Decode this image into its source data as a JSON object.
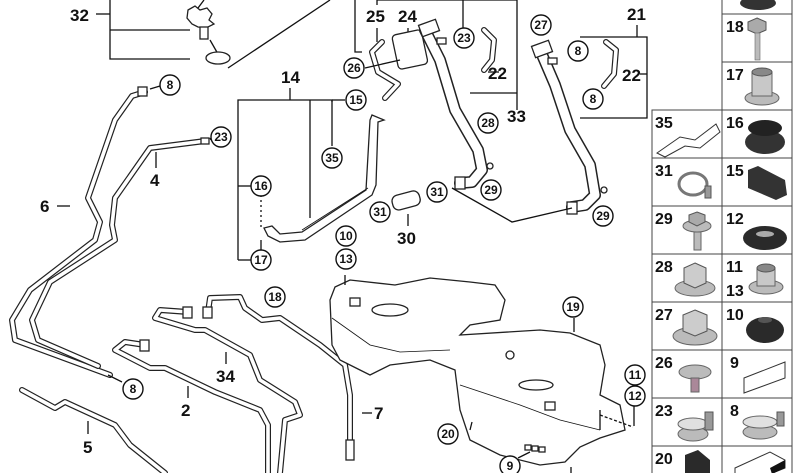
{
  "diagram": {
    "title": "Fuel tank exploded parts diagram",
    "callouts": [
      {
        "id": "c-8a",
        "text": "8"
      },
      {
        "id": "c-23a",
        "text": "23"
      },
      {
        "id": "c-26",
        "text": "26"
      },
      {
        "id": "c-23b",
        "text": "23"
      },
      {
        "id": "c-27",
        "text": "27"
      },
      {
        "id": "c-8b",
        "text": "8"
      },
      {
        "id": "c-8c",
        "text": "8"
      },
      {
        "id": "c-15",
        "text": "15"
      },
      {
        "id": "c-35",
        "text": "35"
      },
      {
        "id": "c-28",
        "text": "28"
      },
      {
        "id": "c-16",
        "text": "16"
      },
      {
        "id": "c-17",
        "text": "17"
      },
      {
        "id": "c-31a",
        "text": "31"
      },
      {
        "id": "c-31b",
        "text": "31"
      },
      {
        "id": "c-29a",
        "text": "29"
      },
      {
        "id": "c-29b",
        "text": "29"
      },
      {
        "id": "c-10",
        "text": "10"
      },
      {
        "id": "c-13",
        "text": "13"
      },
      {
        "id": "c-18",
        "text": "18"
      },
      {
        "id": "c-19",
        "text": "19"
      },
      {
        "id": "c-8d",
        "text": "8"
      },
      {
        "id": "c-11",
        "text": "11"
      },
      {
        "id": "c-12",
        "text": "12"
      },
      {
        "id": "c-20",
        "text": "20"
      },
      {
        "id": "c-9",
        "text": "9"
      }
    ],
    "labels": [
      {
        "id": "l-32",
        "text": "32"
      },
      {
        "id": "l-25",
        "text": "25"
      },
      {
        "id": "l-24",
        "text": "24"
      },
      {
        "id": "l-21",
        "text": "21"
      },
      {
        "id": "l-22a",
        "text": "22"
      },
      {
        "id": "l-22b",
        "text": "22"
      },
      {
        "id": "l-33",
        "text": "33"
      },
      {
        "id": "l-14",
        "text": "14"
      },
      {
        "id": "l-4",
        "text": "4"
      },
      {
        "id": "l-6",
        "text": "6"
      },
      {
        "id": "l-30",
        "text": "30"
      },
      {
        "id": "l-34",
        "text": "34"
      },
      {
        "id": "l-2",
        "text": "2"
      },
      {
        "id": "l-7",
        "text": "7"
      },
      {
        "id": "l-5",
        "text": "5"
      }
    ]
  },
  "parts_grid": {
    "left_column": [
      {
        "number": "35",
        "part": "heat-shield-plate"
      },
      {
        "number": "31",
        "part": "hose-clamp"
      },
      {
        "number": "29",
        "part": "hex-bolt"
      },
      {
        "number": "28",
        "part": "hex-nut-flange"
      },
      {
        "number": "27",
        "part": "hex-nut-flange-large"
      },
      {
        "number": "26",
        "part": "screw-with-washer"
      },
      {
        "number": "23",
        "part": "hose-clip"
      },
      {
        "number": "20",
        "part": "rubber-block"
      }
    ],
    "right_column": [
      {
        "number": "",
        "part": "grommet-top"
      },
      {
        "number": "18",
        "part": "bolt"
      },
      {
        "number": "17",
        "part": "spacer-sleeve"
      },
      {
        "number": "16",
        "part": "grommet"
      },
      {
        "number": "15",
        "part": "rubber-mount"
      },
      {
        "number": "12",
        "part": "grommet-oval"
      },
      {
        "number": "11\n13",
        "part": "spacer-bushing"
      },
      {
        "number": "10",
        "part": "grommet-round"
      },
      {
        "number": "9",
        "part": "label-plate"
      },
      {
        "number": "8",
        "part": "hose-clip-large"
      },
      {
        "number": "",
        "part": "foam-pad"
      }
    ],
    "right_column_numbers": [
      "18",
      "17",
      "16",
      "15",
      "12",
      "11",
      "13",
      "10",
      "9",
      "8"
    ],
    "left_column_numbers": [
      "35",
      "31",
      "29",
      "28",
      "27",
      "26",
      "23",
      "20"
    ]
  }
}
